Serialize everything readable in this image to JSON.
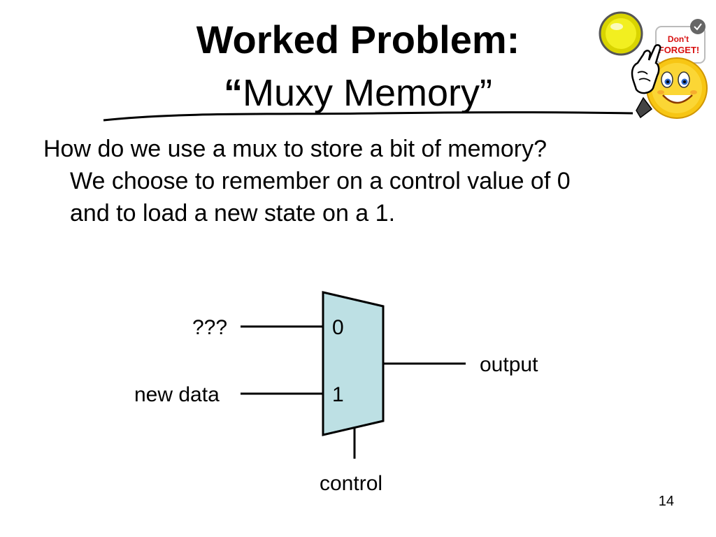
{
  "slide": {
    "title": "Worked Problem:",
    "subtitle_open": "“",
    "subtitle_text": "Muxy Memory”",
    "body_line1": "How do we use a mux to store a bit of memory?",
    "body_line2": "We choose to remember on a control value of 0",
    "body_line3": "and to load a new state on a 1.",
    "page_number": "14"
  },
  "mux": {
    "input0_label": "???",
    "input1_label": "new data",
    "port0": "0",
    "port1": "1",
    "output_label": "output",
    "control_label": "control",
    "fill_color": "#bde0e4"
  },
  "clipart": {
    "sign_line1": "Don't",
    "sign_line2": "FORGET!",
    "icon": "smiley-pointing-icon"
  }
}
